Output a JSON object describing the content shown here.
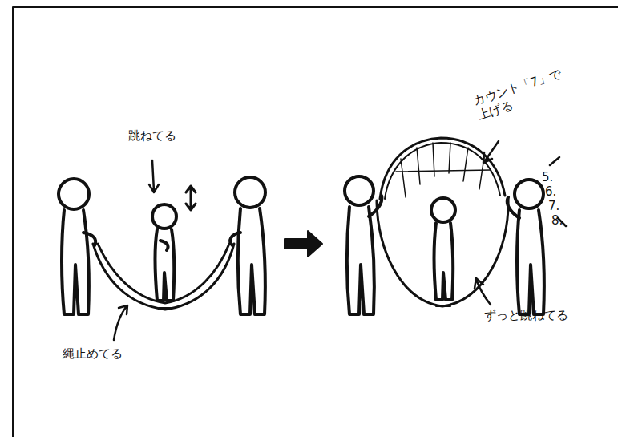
{
  "diagram": {
    "labels": [
      "跳ねてる",
      "縄止めてる",
      "カウント「7」で 上げる",
      "5.",
      "6.",
      "7.",
      "8.",
      "ずっと跳ねてる"
    ]
  }
}
